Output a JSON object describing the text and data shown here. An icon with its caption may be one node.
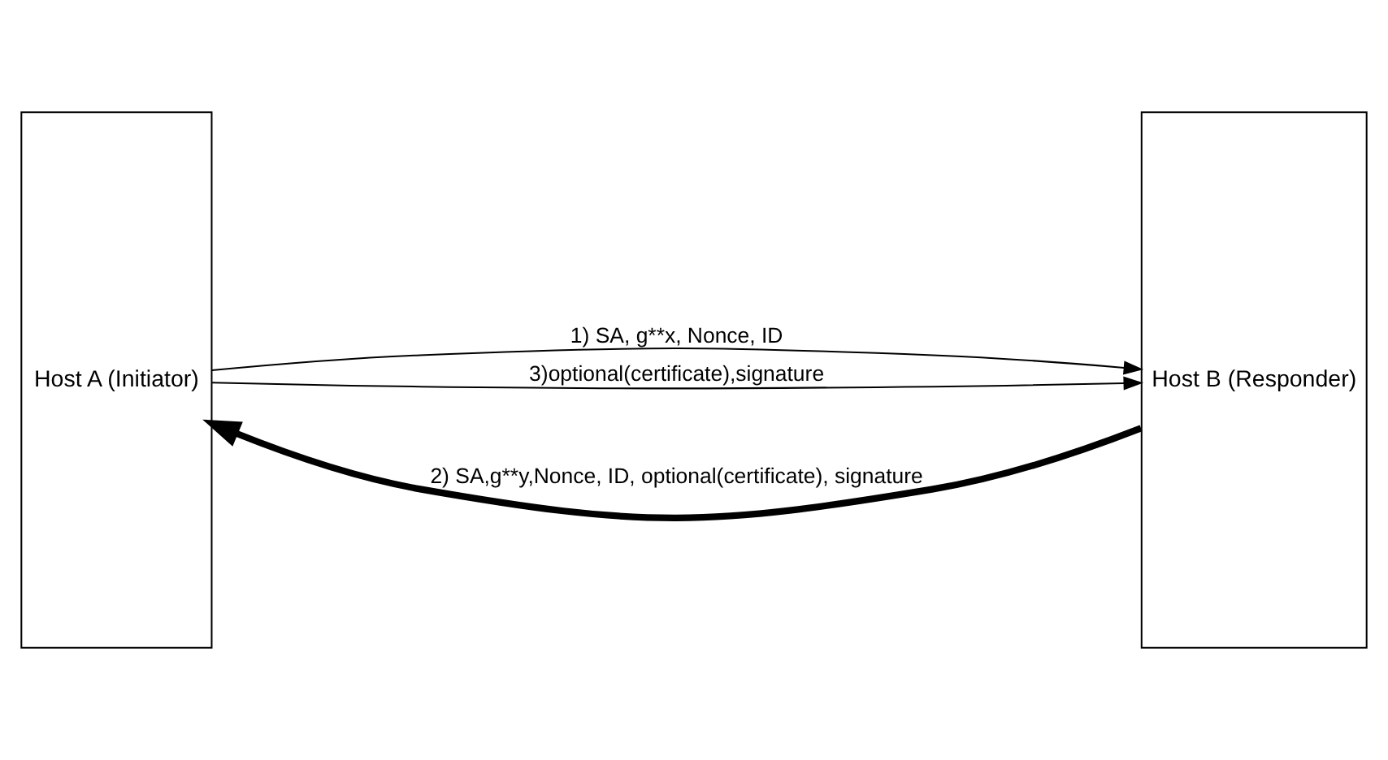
{
  "diagram": {
    "nodes": [
      {
        "text": [
          "Host A (Initiator)"
        ]
      },
      {
        "text": [
          "Host B (Responder)"
        ]
      }
    ],
    "edges": [
      {
        "from": 0,
        "to": 1,
        "arrow": "to",
        "label": "1) SA, g**x, Nonce, ID"
      },
      {
        "from": 1,
        "to": 0,
        "arrow": "to",
        "label": "2) SA,g**y,Nonce, ID, optional(certificate), signature",
        "style": "thick"
      },
      {
        "from": 0,
        "to": 1,
        "arrow": "to",
        "label": "3)optional(certificate),signature"
      }
    ]
  }
}
